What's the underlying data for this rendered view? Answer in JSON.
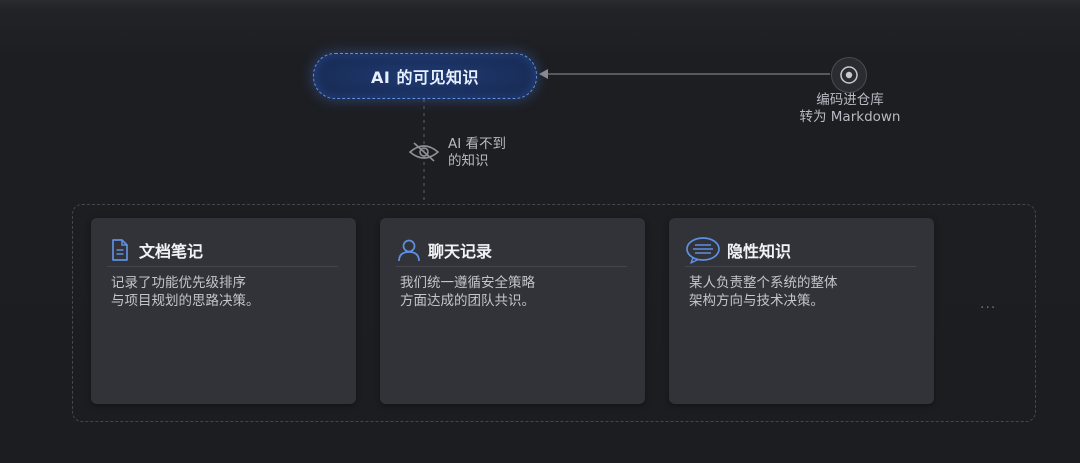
{
  "visible_node": {
    "label": "AI 的可见知识"
  },
  "source": {
    "line1": "编码进仓库",
    "line2": "转为 Markdown",
    "icon": "target-icon"
  },
  "hidden": {
    "line1": "AI 看不到",
    "line2": "的知识",
    "icon": "eye-off-icon"
  },
  "cards": [
    {
      "title": "文档笔记",
      "icon": "document-icon",
      "line1": "记录了功能优先级排序",
      "line2": "与项目规划的思路决策。"
    },
    {
      "title": "聊天记录",
      "icon": "user-icon",
      "line1": "我们统一遵循安全策略",
      "line2": "方面达成的团队共识。"
    },
    {
      "title": "隐性知识",
      "icon": "chat-bubble-icon",
      "line1": "某人负责整个系统的整体",
      "line2": "架构方向与技术决策。"
    }
  ],
  "more": "···",
  "colors": {
    "accent": "#5f8fe0",
    "background": "#1c1d21",
    "card": "#323339"
  }
}
